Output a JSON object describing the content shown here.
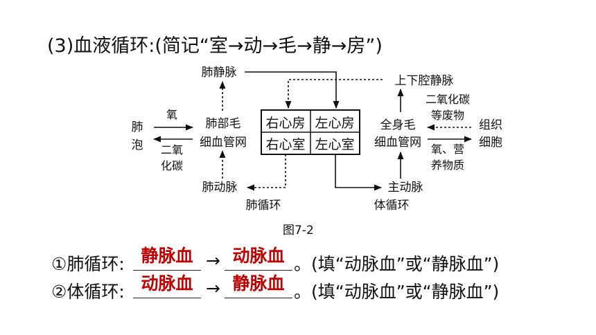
{
  "heading": "(3)血液循环:(简记“室→动→毛→静→房”)",
  "diagram": {
    "lung_vein": "肺静脉",
    "vena_cava": "上下腔静脉",
    "alveolus": [
      "肺",
      "泡"
    ],
    "oxygen": "氧",
    "co2_left": [
      "二氧",
      "化碳"
    ],
    "lung_capillary": [
      "肺部毛",
      "细血管网"
    ],
    "heart": {
      "right_atrium": "右心房",
      "left_atrium": "左心房",
      "right_ventricle": "右心室",
      "left_ventricle": "左心室"
    },
    "body_capillary": [
      "全身毛",
      "细血管网"
    ],
    "co2_waste": [
      "二氧化碳",
      "等废物"
    ],
    "tissue": [
      "组织",
      "细胞"
    ],
    "nutrients": [
      "氧、营",
      "养物质"
    ],
    "lung_artery": "肺动脉",
    "aorta": "主动脉",
    "pulmonary_circ": "肺循环",
    "systemic_circ": "体循环",
    "caption": "图7-2"
  },
  "questions": [
    {
      "label": "①肺循环:",
      "answer1": "静脉血",
      "arrow": "→",
      "answer2": "动脉血",
      "tail": "。(填“动脉血”或“静脉血”)"
    },
    {
      "label": "②体循环:",
      "answer1": "动脉血",
      "arrow": "→",
      "answer2": "静脉血",
      "tail": "。(填“动脉血”或“静脉血”)"
    }
  ],
  "colors": {
    "answer": "#c00000",
    "text": "#111111"
  }
}
